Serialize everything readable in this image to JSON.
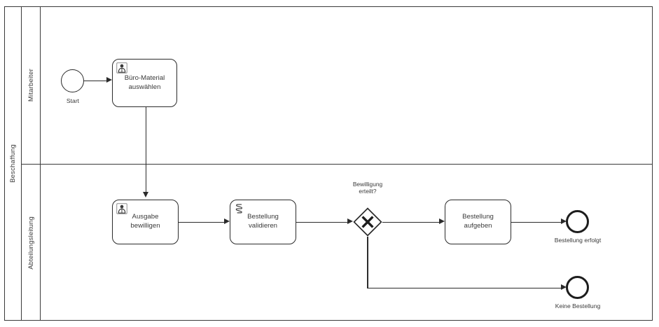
{
  "diagram": {
    "type": "bpmn-process",
    "pool": {
      "label": "Beschaffung"
    },
    "lanes": [
      {
        "id": "lane-mitarbeiter",
        "label": "Mitarbeiter"
      },
      {
        "id": "lane-abteilungsleitung",
        "label": "Abteilungsleitung"
      }
    ],
    "events": [
      {
        "id": "start",
        "kind": "start-event",
        "label": "Start"
      },
      {
        "id": "end-ok",
        "kind": "end-event",
        "label": "Bestellung erfolgt"
      },
      {
        "id": "end-no",
        "kind": "end-event",
        "label": "Keine Bestellung"
      }
    ],
    "tasks": [
      {
        "id": "task-1",
        "label": "Büro-Material\nauswählen",
        "icon": "user-task-icon",
        "lane": "Mitarbeiter"
      },
      {
        "id": "task-2",
        "label": "Ausgabe\nbewilligen",
        "icon": "user-task-icon",
        "lane": "Abteilungsleitung"
      },
      {
        "id": "task-3",
        "label": "Bestellung\nvalidieren",
        "icon": "script-task-icon",
        "lane": "Abteilungsleitung"
      },
      {
        "id": "task-4",
        "label": "Bestellung\naufgeben",
        "icon": "none",
        "lane": "Abteilungsleitung"
      }
    ],
    "gateways": [
      {
        "id": "gw-1",
        "kind": "exclusive-gateway",
        "marker": "X",
        "label": "Bewilligung\nerteilt?"
      }
    ],
    "colors": {
      "stroke": "#2b2b2b",
      "pool_stroke": "#3a3a3a",
      "text": "#3a3a3a",
      "background": "#ffffff"
    }
  }
}
